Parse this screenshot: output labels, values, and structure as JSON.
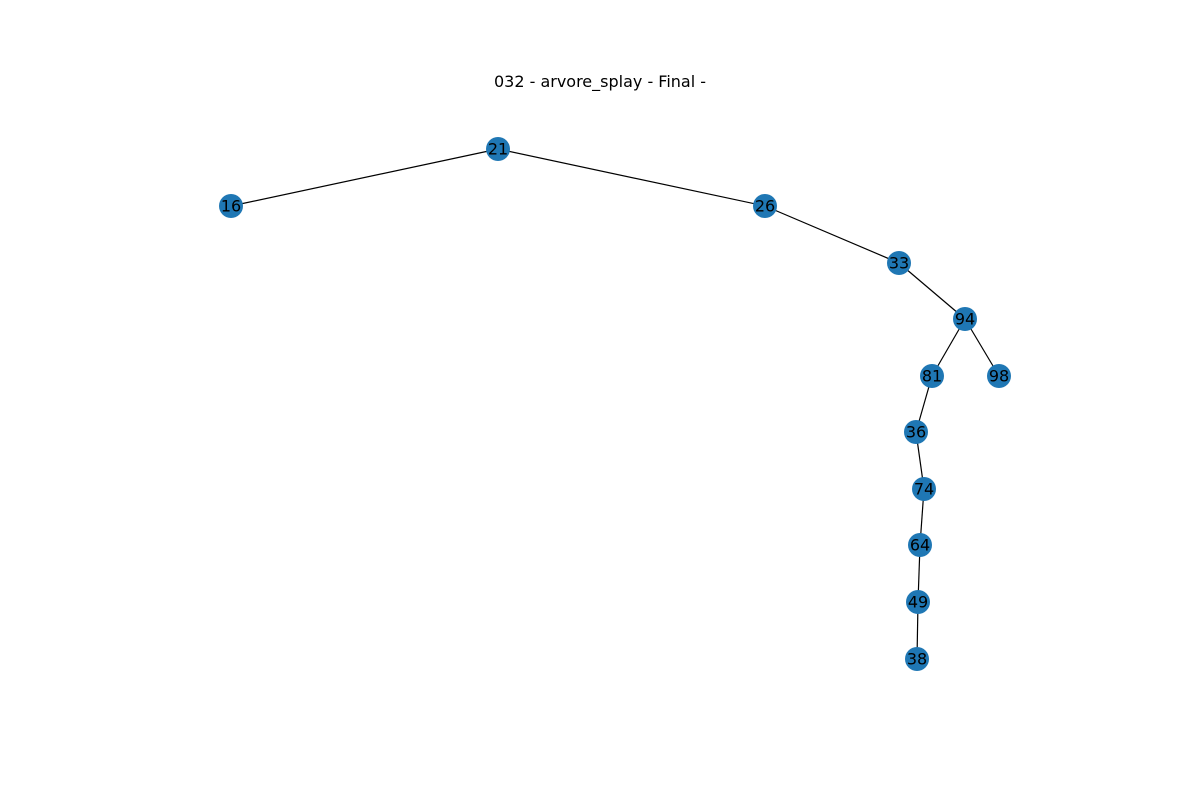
{
  "title": "032 - arvore_splay - Final -",
  "colors": {
    "node": "#1f77b4",
    "edge": "#000000",
    "label": "#000000"
  },
  "tree": {
    "nodes": [
      {
        "id": "21",
        "label": "21"
      },
      {
        "id": "16",
        "label": "16"
      },
      {
        "id": "26",
        "label": "26"
      },
      {
        "id": "33",
        "label": "33"
      },
      {
        "id": "94",
        "label": "94"
      },
      {
        "id": "81",
        "label": "81"
      },
      {
        "id": "98",
        "label": "98"
      },
      {
        "id": "36",
        "label": "36"
      },
      {
        "id": "74",
        "label": "74"
      },
      {
        "id": "64",
        "label": "64"
      },
      {
        "id": "49",
        "label": "49"
      },
      {
        "id": "38",
        "label": "38"
      }
    ],
    "edges": [
      [
        "21",
        "16"
      ],
      [
        "21",
        "26"
      ],
      [
        "26",
        "33"
      ],
      [
        "33",
        "94"
      ],
      [
        "94",
        "81"
      ],
      [
        "94",
        "98"
      ],
      [
        "81",
        "36"
      ],
      [
        "36",
        "74"
      ],
      [
        "74",
        "64"
      ],
      [
        "64",
        "49"
      ],
      [
        "49",
        "38"
      ]
    ]
  }
}
